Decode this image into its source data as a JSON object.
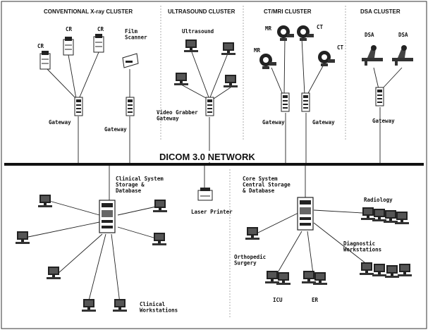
{
  "clusters": {
    "xray": "CONVENTIONAL X-ray CLUSTER",
    "ultrasound": "ULTRASOUND CLUSTER",
    "ctmri": "CT/MRI CLUSTER",
    "dsa": "DSA CLUSTER"
  },
  "devices": {
    "cr": "CR",
    "film_scanner": "Film\nScanner",
    "ultrasound": "Ultrasound",
    "mr": "MR",
    "ct": "CT",
    "dsa": "DSA",
    "video_grabber": "Video Grabber\nGateway",
    "gateway": "Gateway"
  },
  "network": {
    "label": "DICOM 3.0 NETWORK"
  },
  "bottom": {
    "clinical_system": "Clinical System\nStorage &\nDatabase",
    "laser_printer": "Laser Printer",
    "core_system": "Core System\nCentral Storage\n& Database",
    "radiology": "Radiology",
    "diagnostic": "Diagnostic\nWorkstations",
    "orthopedic": "Orthopedic\nSurgery",
    "icu": "ICU",
    "er": "ER",
    "clinical_ws": "Clinical\nWorkstations"
  }
}
